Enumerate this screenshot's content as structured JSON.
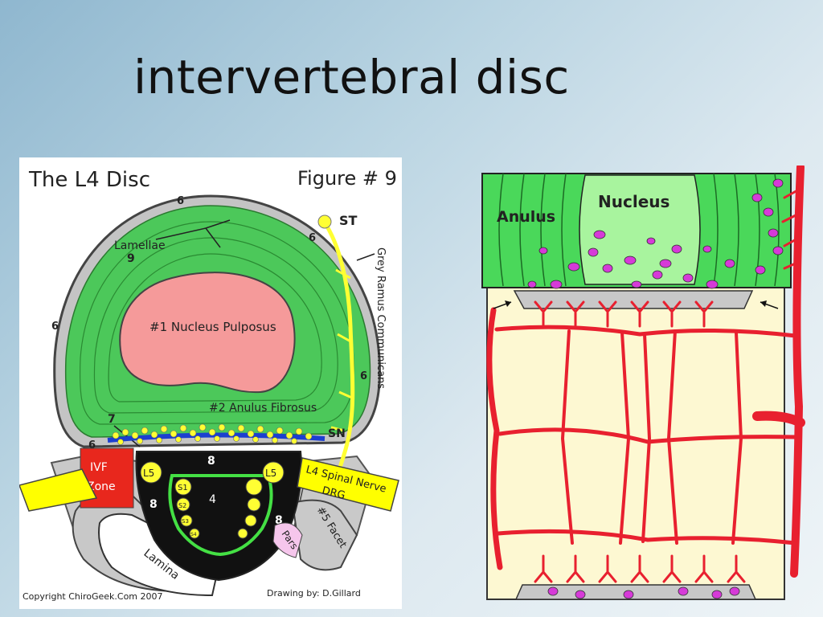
{
  "slide": {
    "title": "intervertebral disc"
  },
  "left_figure": {
    "heading": "The L4 Disc",
    "figure_label": "Figure # 9",
    "lamellae": "Lamellae",
    "n9": "9",
    "n6": "6",
    "n7": "7",
    "n8": "8",
    "n4": "4",
    "nucleus": "#1 Nucleus Pulposus",
    "anulus": "#2 Anulus Fibrosus",
    "st": "ST",
    "sn": "SN",
    "grey_ramus": "Grey Ramus Communicans",
    "l5": "L5",
    "ivf_line1": "IVF",
    "ivf_line2": "Zone",
    "spinal_nerve_line1": "L4 Spinal Nerve",
    "spinal_nerve_line2": "DRG",
    "facet": "#5 Facet",
    "pars": "Pars",
    "lamina": "Lamina",
    "s1": "S1",
    "s2": "S2",
    "s3": "S3",
    "s4": "S4",
    "copyright": "Copyright ChiroGeek.Com 2007",
    "drawing_by": "Drawing by:  D.Gillard"
  },
  "right_figure": {
    "anulus": "Anulus",
    "nucleus": "Nucleus"
  },
  "colors": {
    "disc_green": "#4cc85a",
    "nucleus_pink": "#f59a9a",
    "nerve_yellow": "#ffff33",
    "vessel_red": "#e8202f",
    "bone_cream": "#fdf8d2",
    "dot_magenta": "#d63ad8"
  }
}
